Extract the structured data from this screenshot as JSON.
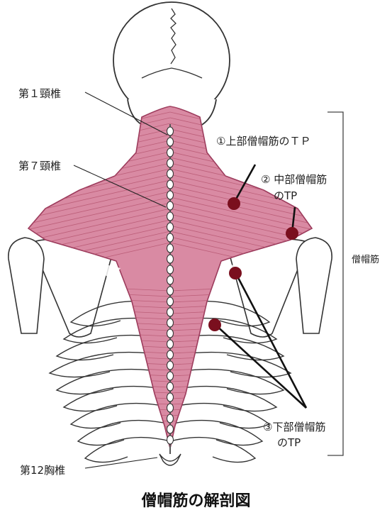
{
  "labels": {
    "cervical_1": "第１頸椎",
    "cervical_7": "第７頸椎",
    "thoracic_12": "第12胸椎",
    "tp_upper": "①上部僧帽筋のＴＰ",
    "tp_middle_line1": "② 中部僧帽筋",
    "tp_middle_line2": "のTP",
    "tp_lower_line1": "③下部僧帽筋",
    "tp_lower_line2": "のTP",
    "muscle_name": "僧帽筋"
  },
  "title": "僧帽筋の解剖図",
  "colors": {
    "muscle": "#d98aa3",
    "muscle_stroke": "#9c3b5c",
    "fiber": "#b5546f",
    "bone_stroke": "#333333",
    "trigger_point": "#7a0f1e"
  }
}
